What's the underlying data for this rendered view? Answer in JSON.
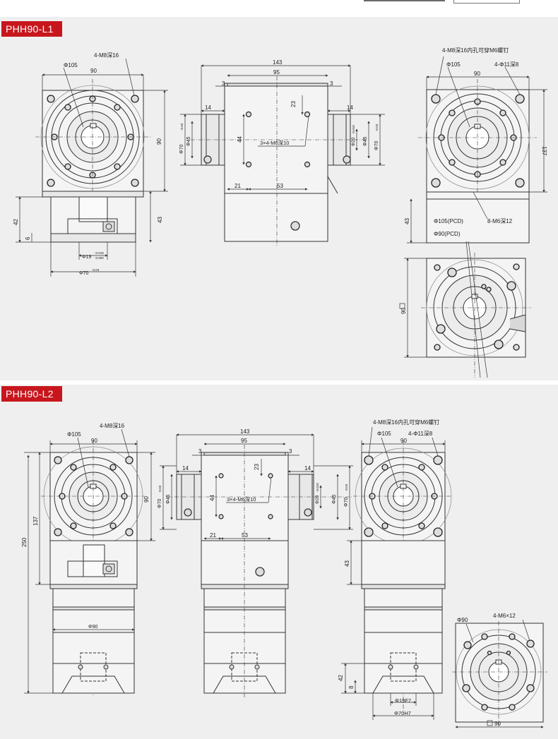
{
  "sections": [
    {
      "title": "PHH90-L1",
      "dims": {
        "d105": "Φ105",
        "m8": "4-M8深16",
        "w90": "90",
        "h90": "90",
        "h42": "42",
        "h6": "6",
        "h43": "43",
        "phi19": "Φ19",
        "phi19_tol_up": "-0.018",
        "phi19_tol_dn": "-0.000",
        "phi70": "Φ70",
        "phi70_tol": "-0.03",
        "top143": "143",
        "top95": "95",
        "d3a": "3",
        "d3b": "3",
        "d14a": "14",
        "d14b": "14",
        "phi70side": "Φ70",
        "phi70side_tol": "-0.03",
        "phi45a": "Φ45",
        "d23": "23",
        "d44": "44",
        "tap": "3×4-M6深10",
        "phi20": "Φ20",
        "phi20_tol": "-0.018",
        "phi45b": "Φ45",
        "phi70r": "Φ70",
        "phi70r_tol": "-0.03",
        "d21": "21",
        "d53": "53",
        "r_m8": "4-M8深16内孔可穿M6螺钉",
        "r_d105": "Φ105",
        "r_d11": "4-Φ11深8",
        "r_w90": "90",
        "r_h137": "137",
        "r_h43": "43",
        "pcd105": "Φ105(PCD)",
        "pcd90": "Φ90(PCD)",
        "m6_12": "8-M6深12",
        "sq90": "90"
      }
    },
    {
      "title": "PHH90-L2",
      "dims": {
        "d105": "Φ105",
        "m8": "4-M8深16",
        "w90": "90",
        "h90": "90",
        "h137": "137",
        "h250": "250",
        "phi90": "Φ90",
        "top143": "143",
        "top95": "95",
        "d3a": "3",
        "d3b": "3",
        "d14a": "14",
        "d14b": "14",
        "phi70side": "Φ70",
        "phi70side_tol": "-0.03",
        "phi45a": "Φ45",
        "d23": "23",
        "d44": "44",
        "tap": "3×4-M6深10",
        "phi20": "Φ20",
        "phi20_tol": "-0.018",
        "phi45b": "Φ45",
        "phi70r": "Φ70",
        "phi70r_tol": "-0.03",
        "d21": "21",
        "d53": "53",
        "r_m8": "4-M8深16内孔可穿M6螺钉",
        "r_d105": "Φ105",
        "r_d11": "4-Φ11深8",
        "r_w90": "90",
        "r_h43": "43",
        "h42": "42",
        "h8": "8",
        "phi19f7": "Φ19F7",
        "phi70h7": "Φ70H7",
        "phi90b": "Φ90",
        "m6x12": "4-M6×12",
        "sq90": "90"
      }
    }
  ]
}
